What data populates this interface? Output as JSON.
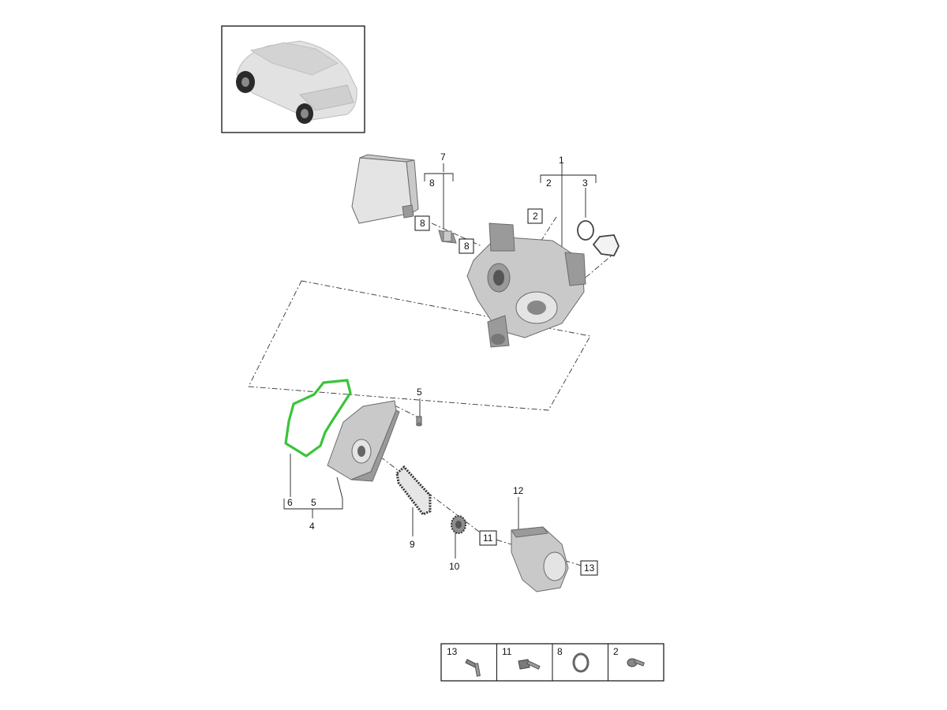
{
  "callouts": {
    "n1": "1",
    "n2_top": "2",
    "n3": "3",
    "n7": "7",
    "n8_top": "8",
    "box8_left": "8",
    "box8_right": "8",
    "box2": "2",
    "n5_right": "5",
    "n6": "6",
    "n5_bottom": "5",
    "n4": "4",
    "n9": "9",
    "n10": "10",
    "box11": "11",
    "n12": "12",
    "box13": "13"
  },
  "legend": {
    "cells": [
      {
        "number": "13",
        "icon": "bolt-icon"
      },
      {
        "number": "11",
        "icon": "flange-bolt-icon"
      },
      {
        "number": "8",
        "icon": "o-ring-icon"
      },
      {
        "number": "2",
        "icon": "screw-icon"
      }
    ]
  },
  "highlight_color": "#3ac43a"
}
